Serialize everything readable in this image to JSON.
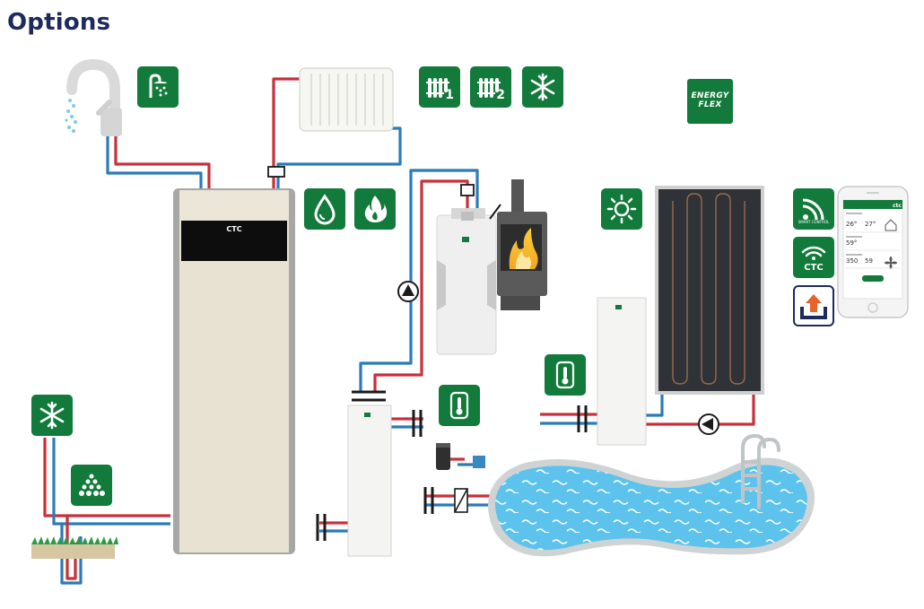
{
  "title": "Options",
  "colors": {
    "icon_green": "#127a3a",
    "pipe_red": "#c8303a",
    "pipe_blue": "#2b7bb9",
    "title_navy": "#1d2a5c",
    "pool_water": "#5ec3ec"
  },
  "heat_pump": {
    "brand": "CTC"
  },
  "icons": [
    {
      "name": "shower-icon"
    },
    {
      "name": "radiator-1-icon",
      "number": "1"
    },
    {
      "name": "radiator-2-icon",
      "number": "2"
    },
    {
      "name": "cooling-snowflake-icon"
    },
    {
      "name": "water-drop-icon"
    },
    {
      "name": "flame-icon"
    },
    {
      "name": "sun-icon"
    },
    {
      "name": "snowflake-icon"
    },
    {
      "name": "ground-source-icon"
    },
    {
      "name": "thermometer-icon"
    },
    {
      "name": "smart-control-icon"
    },
    {
      "name": "ctc-wifi-icon"
    },
    {
      "name": "upload-icon"
    }
  ],
  "energyflex": {
    "line1": "ENERGY",
    "line2": "FLEX"
  },
  "smart_control": {
    "label": "SMART CONTROL",
    "brand": "CTC"
  },
  "phone_app": {
    "readings": [
      "26°",
      "27°",
      "59°",
      "350",
      "59"
    ],
    "brand": "ctc"
  }
}
